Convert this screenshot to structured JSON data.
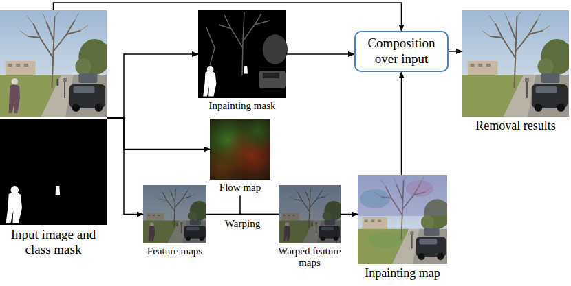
{
  "diagram": {
    "nodes": [
      {
        "text": [
          "Input image and class mask"
        ]
      },
      {
        "text": [
          "Inpainting mask"
        ]
      },
      {
        "text": [
          "Flow map"
        ]
      },
      {
        "text": [
          "Feature maps"
        ]
      },
      {
        "text": [
          "Warped feature maps"
        ]
      },
      {
        "text": [
          "Inpainting map"
        ]
      },
      {
        "text": [
          "Composition over input"
        ]
      },
      {
        "text": [
          "Removal results"
        ]
      }
    ],
    "edges": [
      {
        "from": 0,
        "to": 6,
        "arrow": "to"
      },
      {
        "from": 0,
        "to": 1,
        "arrow": "to"
      },
      {
        "from": 0,
        "to": 2,
        "arrow": "to"
      },
      {
        "from": 0,
        "to": 3,
        "arrow": "to"
      },
      {
        "from": 3,
        "to": 4,
        "label": "Warping",
        "arrow": "none"
      },
      {
        "from": 2,
        "to": 4,
        "arrow": "none"
      },
      {
        "from": 4,
        "to": 5,
        "arrow": "to"
      },
      {
        "from": 1,
        "to": 6,
        "arrow": "to"
      },
      {
        "from": 5,
        "to": 6,
        "arrow": "to"
      },
      {
        "from": 6,
        "to": 7,
        "arrow": "to"
      }
    ]
  }
}
